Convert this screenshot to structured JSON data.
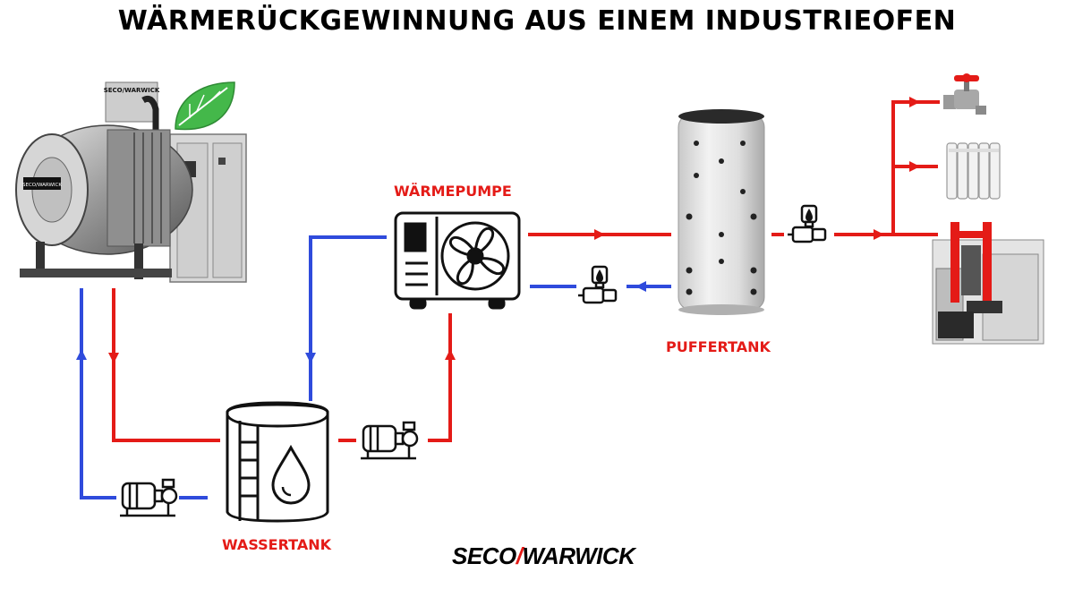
{
  "title": "WÄRMERÜCKGEWINNUNG AUS EINEM INDUSTRIEOFEN",
  "labels": {
    "heat_pump": "WÄRMEPUMPE",
    "buffer_tank": "PUFFERTANK",
    "water_tank": "WASSERTANK"
  },
  "logo": {
    "part1": "SECO",
    "slash": "/",
    "part2": "WARWICK"
  },
  "furnace_badge": "SECO/WARWICK",
  "furnace_door_plate": "SECO/WARWICK",
  "colors": {
    "hot_line": "#e41b17",
    "cold_line": "#2f4bdc",
    "label": "#e41b17",
    "leaf": "#44b84a"
  },
  "icons": [
    "industrial-furnace",
    "leaf-icon",
    "heat-pump-icon",
    "buffer-tank",
    "water-tank-icon",
    "pump-icon",
    "valve-pump-icon",
    "faucet-icon",
    "radiator-icon",
    "machine-icon"
  ]
}
